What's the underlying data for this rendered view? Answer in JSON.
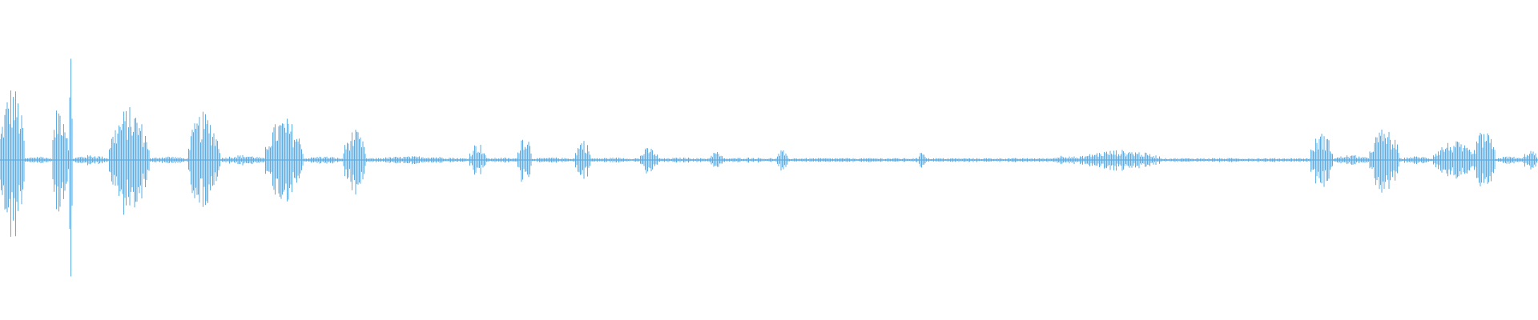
{
  "waveform": {
    "color": "#5DADE2",
    "background": "#ffffff",
    "duration_fraction_axis": "time",
    "baseline_amplitude": 0.015,
    "segments": [
      {
        "start": 0.0,
        "end": 0.016,
        "peak": 0.6
      },
      {
        "start": 0.016,
        "end": 0.034,
        "peak": 0.03
      },
      {
        "start": 0.034,
        "end": 0.045,
        "peak": 0.48
      },
      {
        "start": 0.045,
        "end": 0.047,
        "peak": 0.92
      },
      {
        "start": 0.047,
        "end": 0.071,
        "peak": 0.04
      },
      {
        "start": 0.071,
        "end": 0.097,
        "peak": 0.42
      },
      {
        "start": 0.097,
        "end": 0.122,
        "peak": 0.03
      },
      {
        "start": 0.122,
        "end": 0.143,
        "peak": 0.38
      },
      {
        "start": 0.143,
        "end": 0.172,
        "peak": 0.04
      },
      {
        "start": 0.172,
        "end": 0.197,
        "peak": 0.34
      },
      {
        "start": 0.197,
        "end": 0.223,
        "peak": 0.03
      },
      {
        "start": 0.223,
        "end": 0.238,
        "peak": 0.24
      },
      {
        "start": 0.238,
        "end": 0.305,
        "peak": 0.03
      },
      {
        "start": 0.305,
        "end": 0.316,
        "peak": 0.14
      },
      {
        "start": 0.316,
        "end": 0.336,
        "peak": 0.02
      },
      {
        "start": 0.336,
        "end": 0.346,
        "peak": 0.22
      },
      {
        "start": 0.346,
        "end": 0.374,
        "peak": 0.02
      },
      {
        "start": 0.374,
        "end": 0.384,
        "peak": 0.17
      },
      {
        "start": 0.384,
        "end": 0.416,
        "peak": 0.02
      },
      {
        "start": 0.416,
        "end": 0.428,
        "peak": 0.1
      },
      {
        "start": 0.428,
        "end": 0.461,
        "peak": 0.02
      },
      {
        "start": 0.461,
        "end": 0.47,
        "peak": 0.07
      },
      {
        "start": 0.47,
        "end": 0.505,
        "peak": 0.02
      },
      {
        "start": 0.505,
        "end": 0.512,
        "peak": 0.08
      },
      {
        "start": 0.512,
        "end": 0.597,
        "peak": 0.015
      },
      {
        "start": 0.597,
        "end": 0.602,
        "peak": 0.1
      },
      {
        "start": 0.602,
        "end": 0.684,
        "peak": 0.015
      },
      {
        "start": 0.684,
        "end": 0.702,
        "peak": 0.04
      },
      {
        "start": 0.702,
        "end": 0.755,
        "peak": 0.08
      },
      {
        "start": 0.755,
        "end": 0.852,
        "peak": 0.015
      },
      {
        "start": 0.852,
        "end": 0.867,
        "peak": 0.22
      },
      {
        "start": 0.867,
        "end": 0.89,
        "peak": 0.04
      },
      {
        "start": 0.89,
        "end": 0.91,
        "peak": 0.25
      },
      {
        "start": 0.91,
        "end": 0.932,
        "peak": 0.03
      },
      {
        "start": 0.932,
        "end": 0.958,
        "peak": 0.15
      },
      {
        "start": 0.958,
        "end": 0.972,
        "peak": 0.24
      },
      {
        "start": 0.972,
        "end": 0.99,
        "peak": 0.03
      },
      {
        "start": 0.99,
        "end": 1.0,
        "peak": 0.08
      }
    ]
  }
}
